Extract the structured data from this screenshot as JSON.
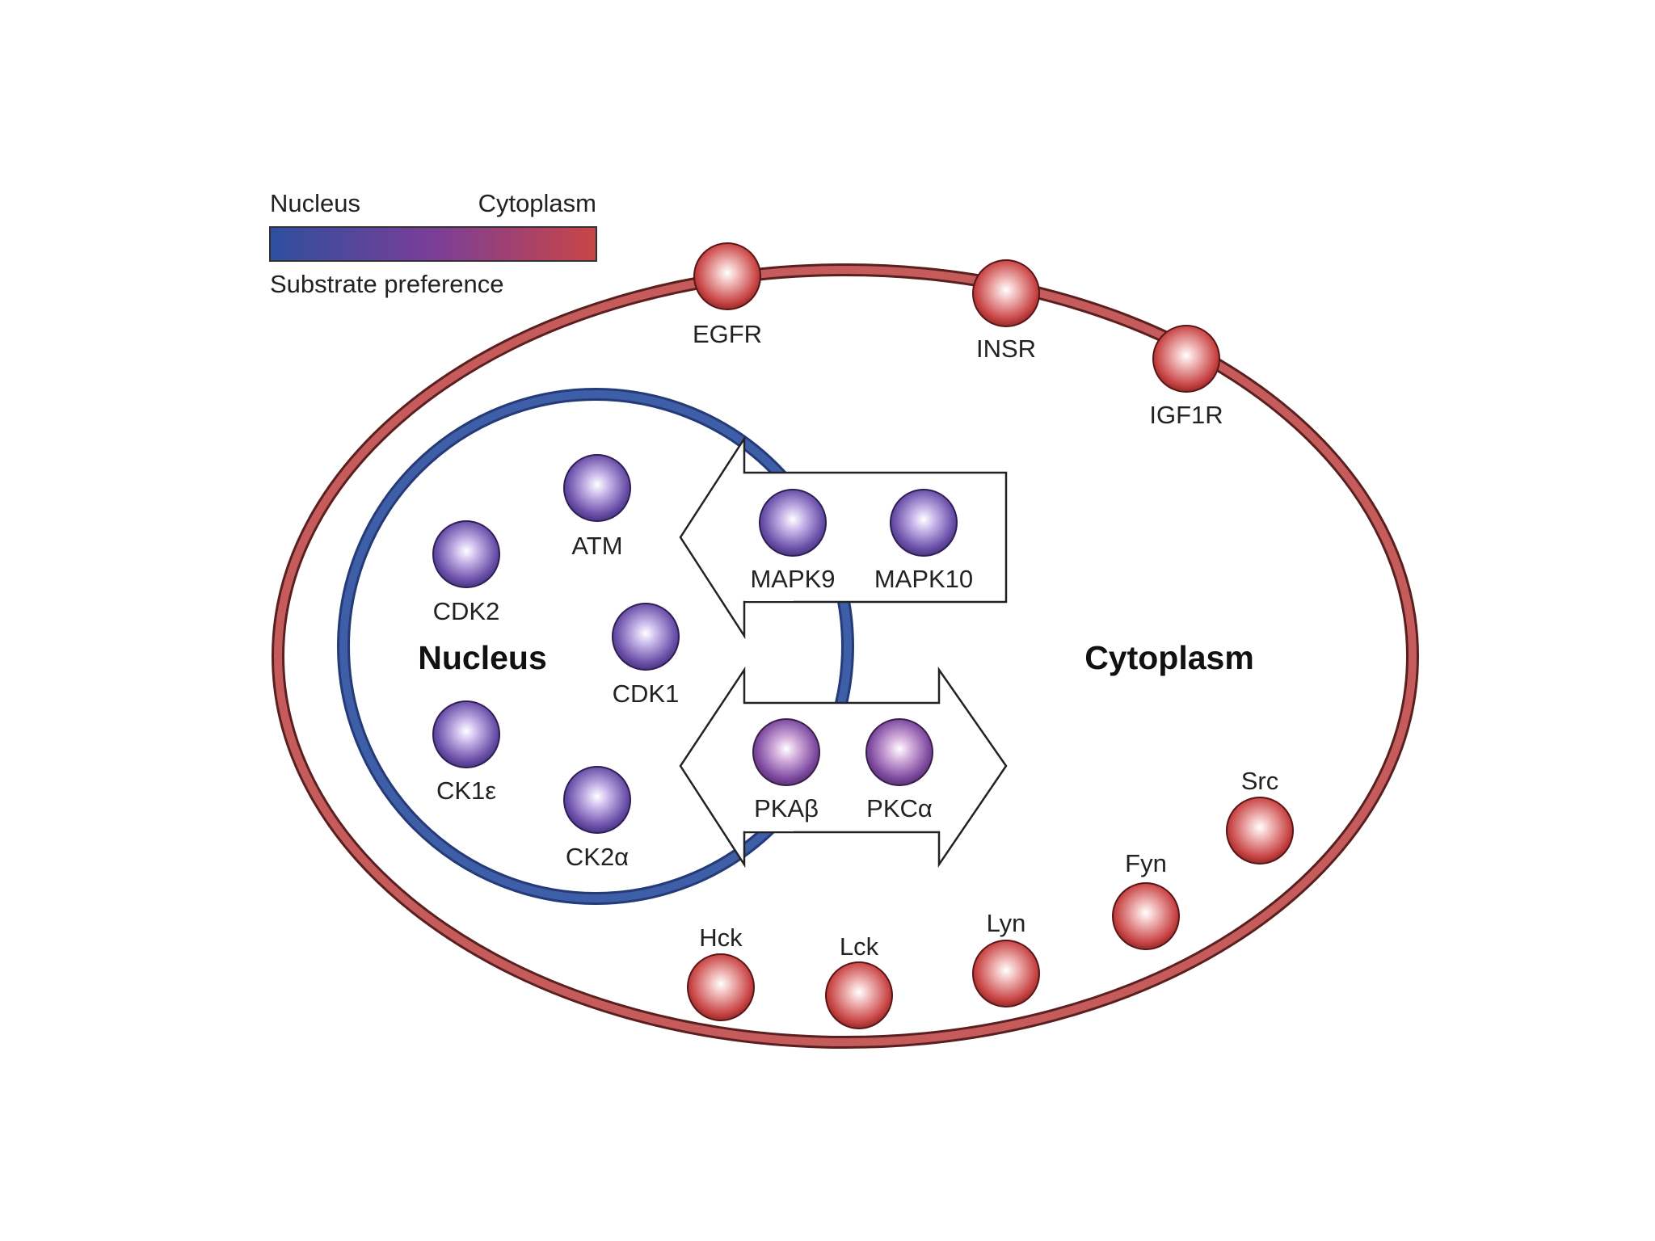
{
  "legend": {
    "left_label": "Nucleus",
    "right_label": "Cytoplasm",
    "caption": "Substrate preference",
    "gradient_start": "#2e4f9e",
    "gradient_mid": "#7a3e98",
    "gradient_end": "#c94545"
  },
  "compartments": {
    "nucleus_label": "Nucleus",
    "cytoplasm_label": "Cytoplasm"
  },
  "colors": {
    "membrane": "#c55b5b",
    "nuclear_envelope": "#3f5ea8",
    "nuclear_kinase": "#6a4fa8",
    "shuttle_kinase": "#7e4aa0",
    "membrane_kinase": "#c23b3b"
  },
  "kinases": {
    "nuclear": {
      "atm": "ATM",
      "cdk2": "CDK2",
      "cdk1": "CDK1",
      "ck1e": "CK1ε",
      "ck2a": "CK2α"
    },
    "import_arrow": {
      "mapk9": "MAPK9",
      "mapk10": "MAPK10"
    },
    "export_arrow": {
      "pkab": "PKAβ",
      "pkca": "PKCα"
    },
    "membrane": {
      "egfr": "EGFR",
      "insr": "INSR",
      "igf1r": "IGF1R",
      "hck": "Hck",
      "lck": "Lck",
      "lyn": "Lyn",
      "fyn": "Fyn",
      "src": "Src"
    }
  }
}
